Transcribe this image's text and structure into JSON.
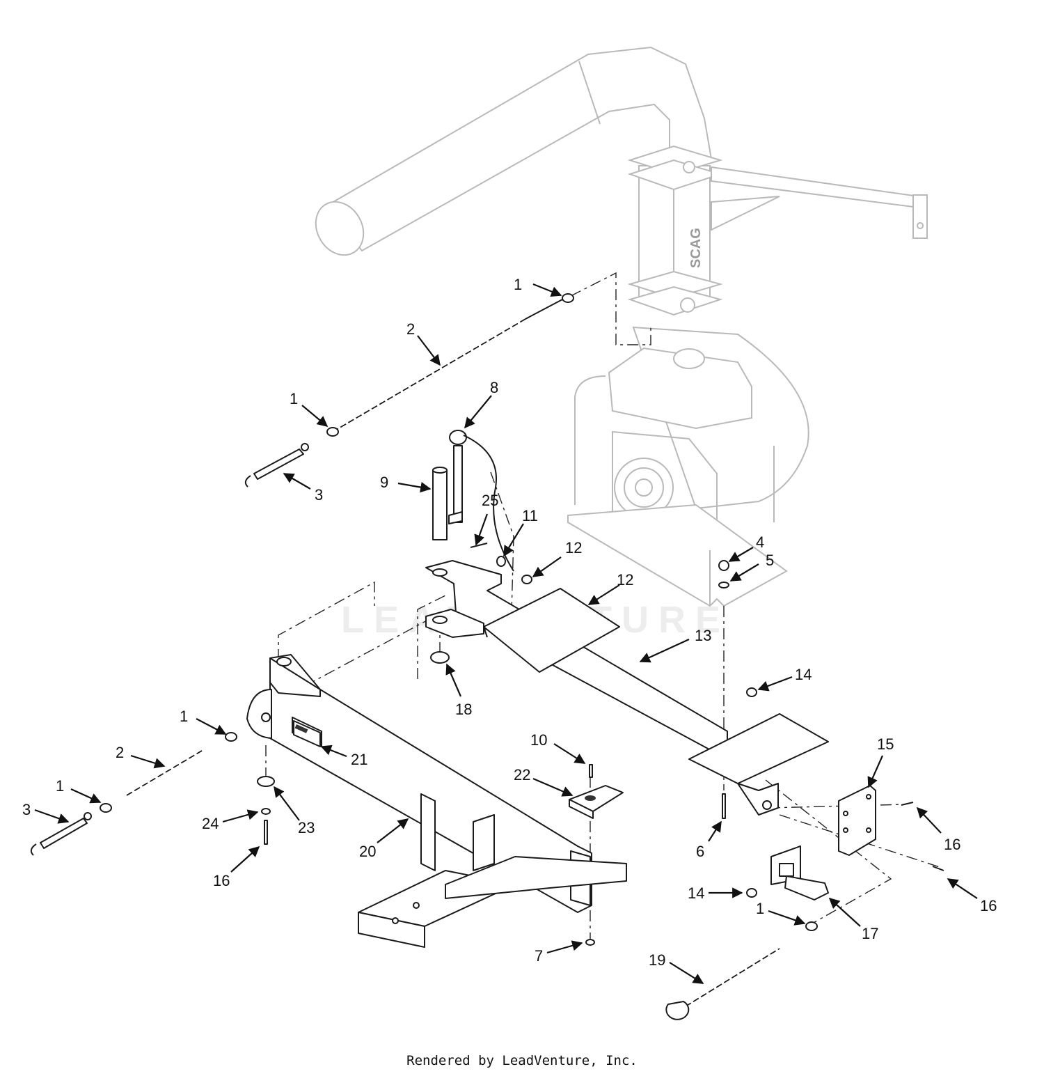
{
  "diagram": {
    "watermark": "LEADVENTURE",
    "brand_mark": "SCAG",
    "callouts": [
      {
        "id": "c1a",
        "label": "1"
      },
      {
        "id": "c2a",
        "label": "2"
      },
      {
        "id": "c1b",
        "label": "1"
      },
      {
        "id": "c3a",
        "label": "3"
      },
      {
        "id": "c8",
        "label": "8"
      },
      {
        "id": "c9",
        "label": "9"
      },
      {
        "id": "c25",
        "label": "25"
      },
      {
        "id": "c11",
        "label": "11"
      },
      {
        "id": "c12a",
        "label": "12"
      },
      {
        "id": "c12b",
        "label": "12"
      },
      {
        "id": "c4",
        "label": "4"
      },
      {
        "id": "c5",
        "label": "5"
      },
      {
        "id": "c13",
        "label": "13"
      },
      {
        "id": "c18",
        "label": "18"
      },
      {
        "id": "c14a",
        "label": "14"
      },
      {
        "id": "c1c",
        "label": "1"
      },
      {
        "id": "c2b",
        "label": "2"
      },
      {
        "id": "c21",
        "label": "21"
      },
      {
        "id": "c1d",
        "label": "1"
      },
      {
        "id": "c3b",
        "label": "3"
      },
      {
        "id": "c10",
        "label": "10"
      },
      {
        "id": "c22",
        "label": "22"
      },
      {
        "id": "c15",
        "label": "15"
      },
      {
        "id": "c24",
        "label": "24"
      },
      {
        "id": "c23",
        "label": "23"
      },
      {
        "id": "c20",
        "label": "20"
      },
      {
        "id": "c16a",
        "label": "16"
      },
      {
        "id": "c6",
        "label": "6"
      },
      {
        "id": "c16b",
        "label": "16"
      },
      {
        "id": "c16c",
        "label": "16"
      },
      {
        "id": "c14b",
        "label": "14"
      },
      {
        "id": "c1e",
        "label": "1"
      },
      {
        "id": "c17",
        "label": "17"
      },
      {
        "id": "c7",
        "label": "7"
      },
      {
        "id": "c19",
        "label": "19"
      }
    ]
  },
  "footer": {
    "text": "Rendered by LeadVenture, Inc."
  }
}
